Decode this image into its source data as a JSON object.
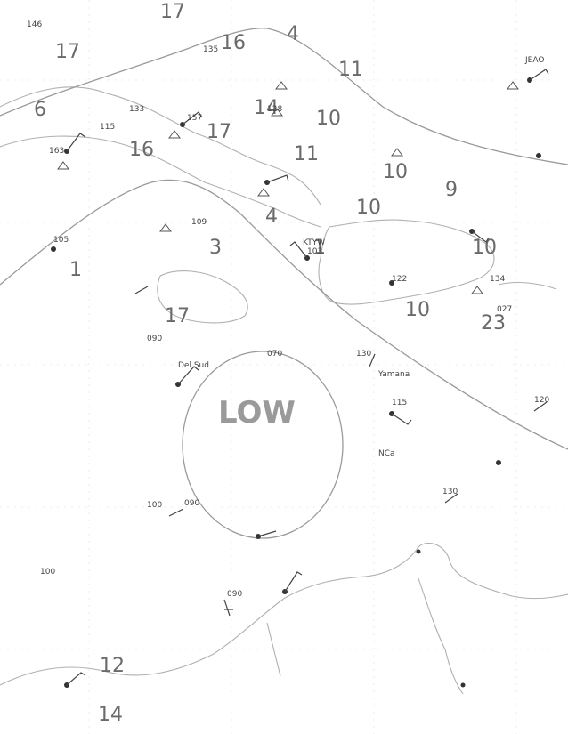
{
  "low_label": "LOW",
  "big_numbers": [
    "17",
    "16",
    "4",
    "11",
    "6",
    "16",
    "17",
    "14",
    "10",
    "10",
    "10",
    "9",
    "4",
    "11",
    "1",
    "3",
    "1",
    "10",
    "10",
    "23",
    "17",
    "17",
    "12",
    "14"
  ],
  "obs_text": [
    "146",
    "135",
    "157",
    "133",
    "115",
    "163",
    "109",
    "105",
    "103",
    "122",
    "134",
    "115",
    "128",
    "027",
    "070",
    "130",
    "100",
    "090",
    "130",
    "100",
    "090",
    "120",
    "090",
    "KTYW",
    "Del Sud",
    "JEAO",
    "Yamana",
    "NCa"
  ],
  "colors": {
    "pencil": "#555555",
    "coast": "#b0b0b0",
    "isobar": "#9a9a9a"
  }
}
